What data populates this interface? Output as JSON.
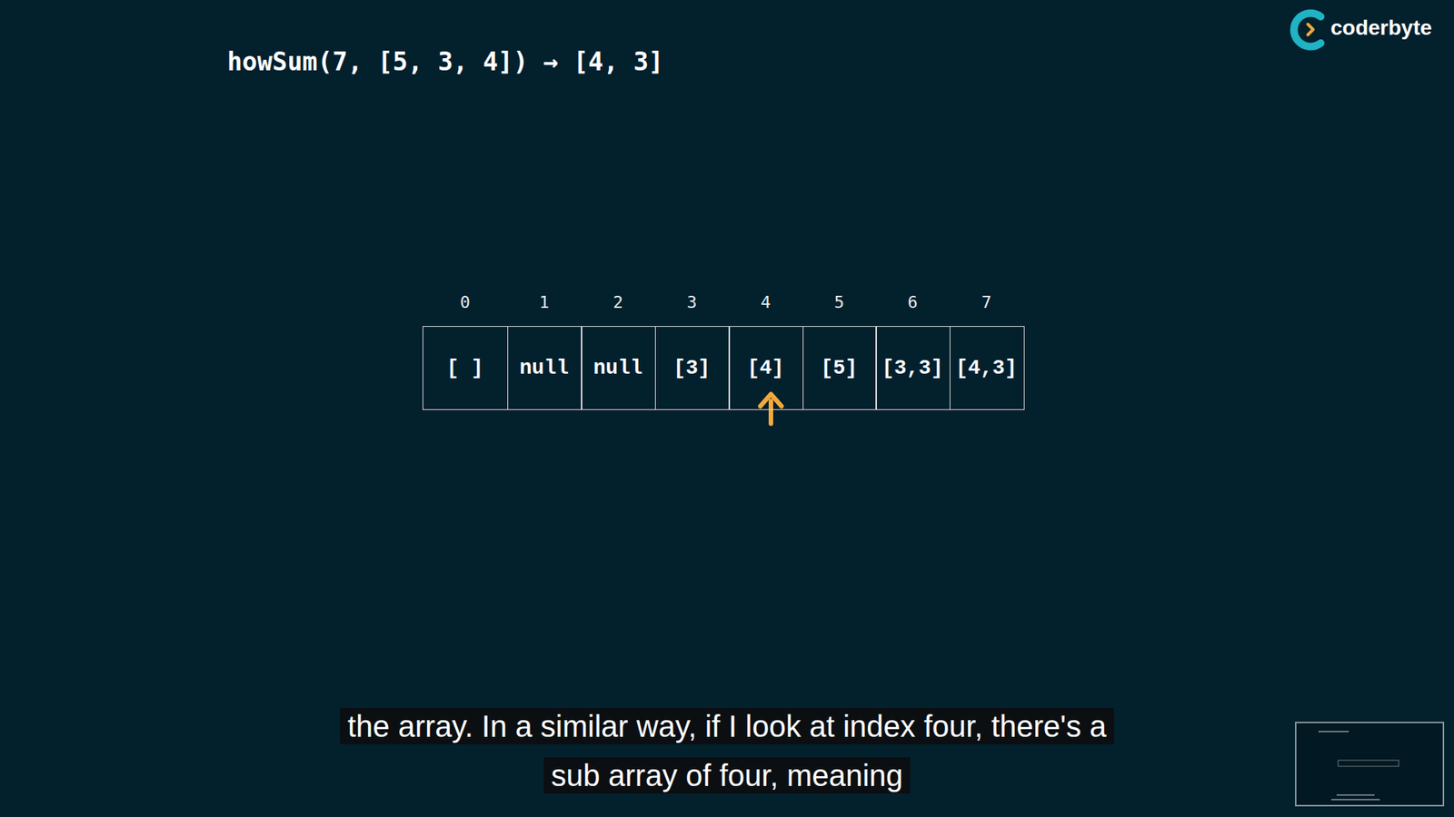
{
  "diagram": {
    "title": "howSum(7, [5, 3, 4]) → [4, 3]",
    "caption": "the array. In a similar way, if I look at index four, there's a sub array of four, meaning",
    "nodes": [
      {
        "text": [
          "0",
          "[ ]"
        ]
      },
      {
        "text": [
          "1",
          "null"
        ]
      },
      {
        "text": [
          "2",
          "null"
        ]
      },
      {
        "text": [
          "3",
          "[3]"
        ]
      },
      {
        "text": [
          "4",
          "[4]"
        ]
      },
      {
        "text": [
          "5",
          "[5]"
        ]
      },
      {
        "text": [
          "6",
          "[3,3]"
        ]
      },
      {
        "text": [
          "7",
          "[4,3]"
        ]
      }
    ],
    "labels": [
      "coderbyte"
    ]
  }
}
